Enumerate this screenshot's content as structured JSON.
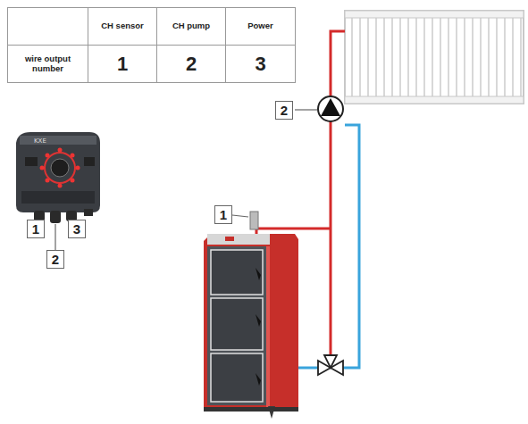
{
  "diagram": {
    "nodes": [
      {
        "text": [
          "2"
        ]
      },
      {
        "text": [
          "1"
        ]
      },
      {
        "text": [
          "1"
        ]
      },
      {
        "text": [
          "3"
        ]
      },
      {
        "text": [
          "2"
        ]
      }
    ],
    "labels": [
      "CH sensor",
      "CH pump",
      "Power",
      "wire output number",
      "1",
      "2",
      "3"
    ]
  }
}
